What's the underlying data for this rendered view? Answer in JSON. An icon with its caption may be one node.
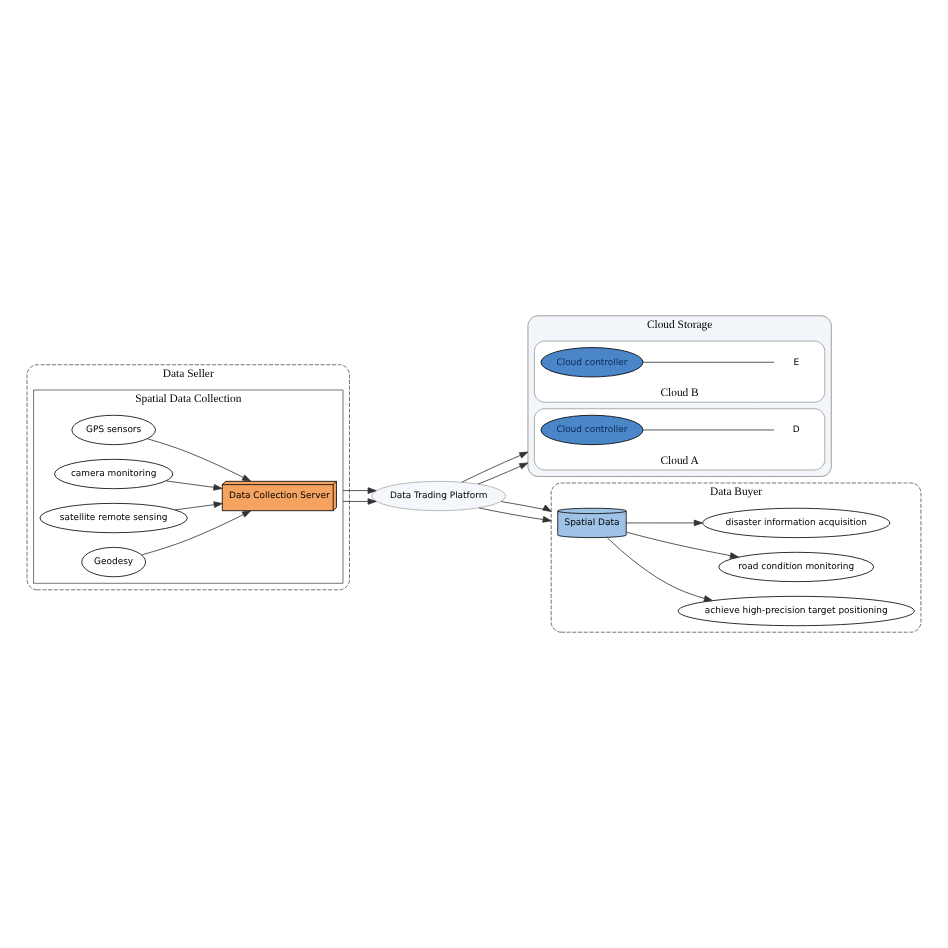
{
  "diagram": {
    "nodes": [
      {
        "text": [
          "Data Seller"
        ]
      },
      {
        "text": [
          "Spatial Data Collection"
        ],
        "in": 0
      },
      {
        "text": [
          "Data Collection Server"
        ],
        "in": 1
      },
      {
        "text": [
          "GPS sensors"
        ],
        "in": 1
      },
      {
        "text": [
          "camera monitoring"
        ],
        "in": 1
      },
      {
        "text": [
          "satellite remote sensing"
        ],
        "in": 1
      },
      {
        "text": [
          "Geodesy"
        ],
        "in": 1
      },
      {
        "text": [
          "Data Trading Platform"
        ]
      },
      {
        "text": [
          "Cloud Storage"
        ]
      },
      {
        "text": [
          "Cloud A"
        ],
        "in": 8
      },
      {
        "text": [
          "Cloud controller"
        ],
        "in": 9
      },
      {
        "text": [
          "D"
        ],
        "in": 9
      },
      {
        "text": [
          "Cloud B"
        ],
        "in": 8
      },
      {
        "text": [
          "Cloud controller"
        ],
        "in": 12
      },
      {
        "text": [
          "E"
        ],
        "in": 12
      },
      {
        "text": [
          "Data Buyer"
        ]
      },
      {
        "text": [
          "Spatial Data"
        ],
        "in": 15
      },
      {
        "text": [
          "achieve high-precision target positioning"
        ],
        "in": 15
      },
      {
        "text": [
          "road condition monitoring"
        ],
        "in": 15
      },
      {
        "text": [
          "disaster information acquisition"
        ],
        "in": 15
      }
    ],
    "edges": [
      {
        "from": 3,
        "to": 2,
        "arrow": "to"
      },
      {
        "from": 4,
        "to": 2,
        "arrow": "to"
      },
      {
        "from": 5,
        "to": 2,
        "arrow": "to"
      },
      {
        "from": 6,
        "to": 2,
        "arrow": "to"
      },
      {
        "from": 1,
        "to": 7,
        "arrow": "to"
      },
      {
        "from": 1,
        "to": 7,
        "arrow": "to"
      },
      {
        "from": 7,
        "to": 8,
        "arrow": "to"
      },
      {
        "from": 7,
        "to": 8,
        "arrow": "to"
      },
      {
        "from": 7,
        "to": 15,
        "arrow": "to"
      },
      {
        "from": 7,
        "to": 15,
        "arrow": "to"
      },
      {
        "from": 10,
        "to": 11,
        "arrow": "none"
      },
      {
        "from": 13,
        "to": 14,
        "arrow": "none"
      },
      {
        "from": 16,
        "to": 17,
        "arrow": "to"
      },
      {
        "from": 16,
        "to": 18,
        "arrow": "to"
      },
      {
        "from": 16,
        "to": 19,
        "arrow": "to"
      }
    ]
  }
}
